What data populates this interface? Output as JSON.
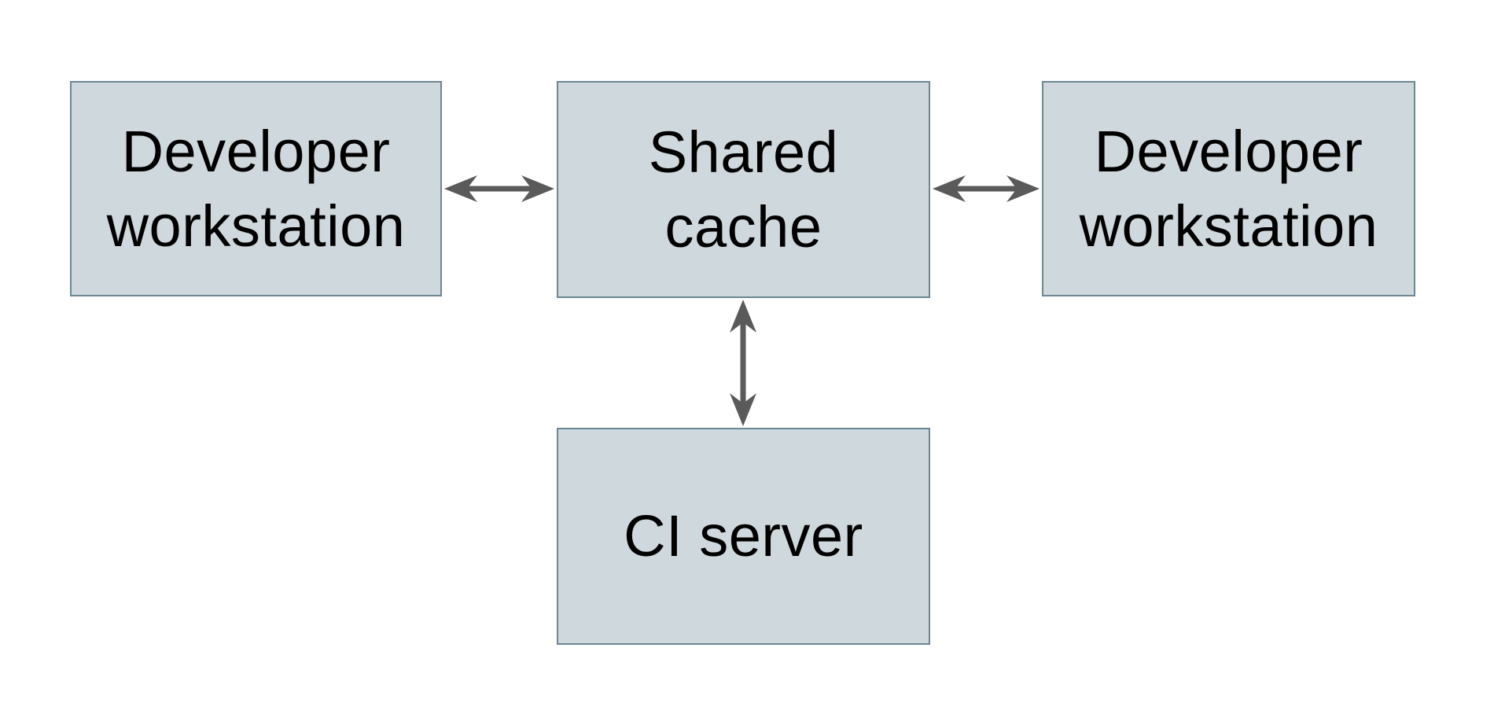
{
  "diagram": {
    "title": "",
    "nodes": [
      {
        "id": "dev-left",
        "label": "Developer\nworkstation"
      },
      {
        "id": "cache",
        "label": "Shared\ncache"
      },
      {
        "id": "dev-right",
        "label": "Developer\nworkstation"
      },
      {
        "id": "ci",
        "label": "CI server"
      }
    ],
    "edges": [
      {
        "from": "dev-left",
        "to": "cache",
        "bidirectional": true
      },
      {
        "from": "cache",
        "to": "dev-right",
        "bidirectional": true
      },
      {
        "from": "cache",
        "to": "ci",
        "bidirectional": true
      }
    ],
    "colors": {
      "background": "#ffffff",
      "node_fill": "#cfd8dc",
      "node_border": "#6d8794",
      "text": "#000000",
      "arrow": "#5a5a5a"
    }
  }
}
